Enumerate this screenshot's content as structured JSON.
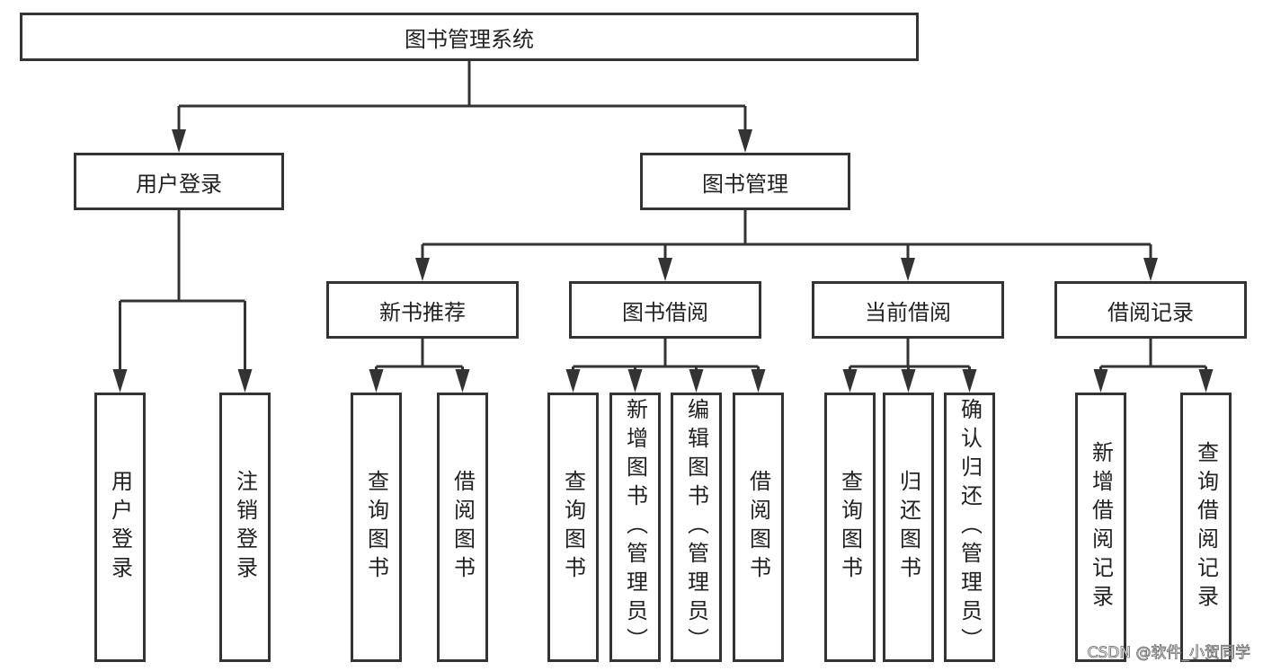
{
  "diagram": {
    "type": "hierarchy-tree",
    "line_color": "#333333",
    "root": {
      "label": "图书管理系统",
      "children": [
        {
          "label": "用户登录",
          "children": [
            {
              "label": "用户登录"
            },
            {
              "label": "注销登录"
            }
          ]
        },
        {
          "label": "图书管理",
          "children": [
            {
              "label": "新书推荐",
              "children": [
                {
                  "label": "查询图书"
                },
                {
                  "label": "借阅图书"
                }
              ]
            },
            {
              "label": "图书借阅",
              "children": [
                {
                  "label": "查询图书"
                },
                {
                  "label": "新增图书（管理员）"
                },
                {
                  "label": "编辑图书（管理员）"
                },
                {
                  "label": "借阅图书"
                }
              ]
            },
            {
              "label": "当前借阅",
              "children": [
                {
                  "label": "查询图书"
                },
                {
                  "label": "归还图书"
                },
                {
                  "label": "确认归还（管理员）"
                }
              ]
            },
            {
              "label": "借阅记录",
              "children": [
                {
                  "label": "新增借阅记录"
                },
                {
                  "label": "查询借阅记录"
                }
              ]
            }
          ]
        }
      ]
    }
  },
  "watermark": "CSDN @软件_小贺同学"
}
